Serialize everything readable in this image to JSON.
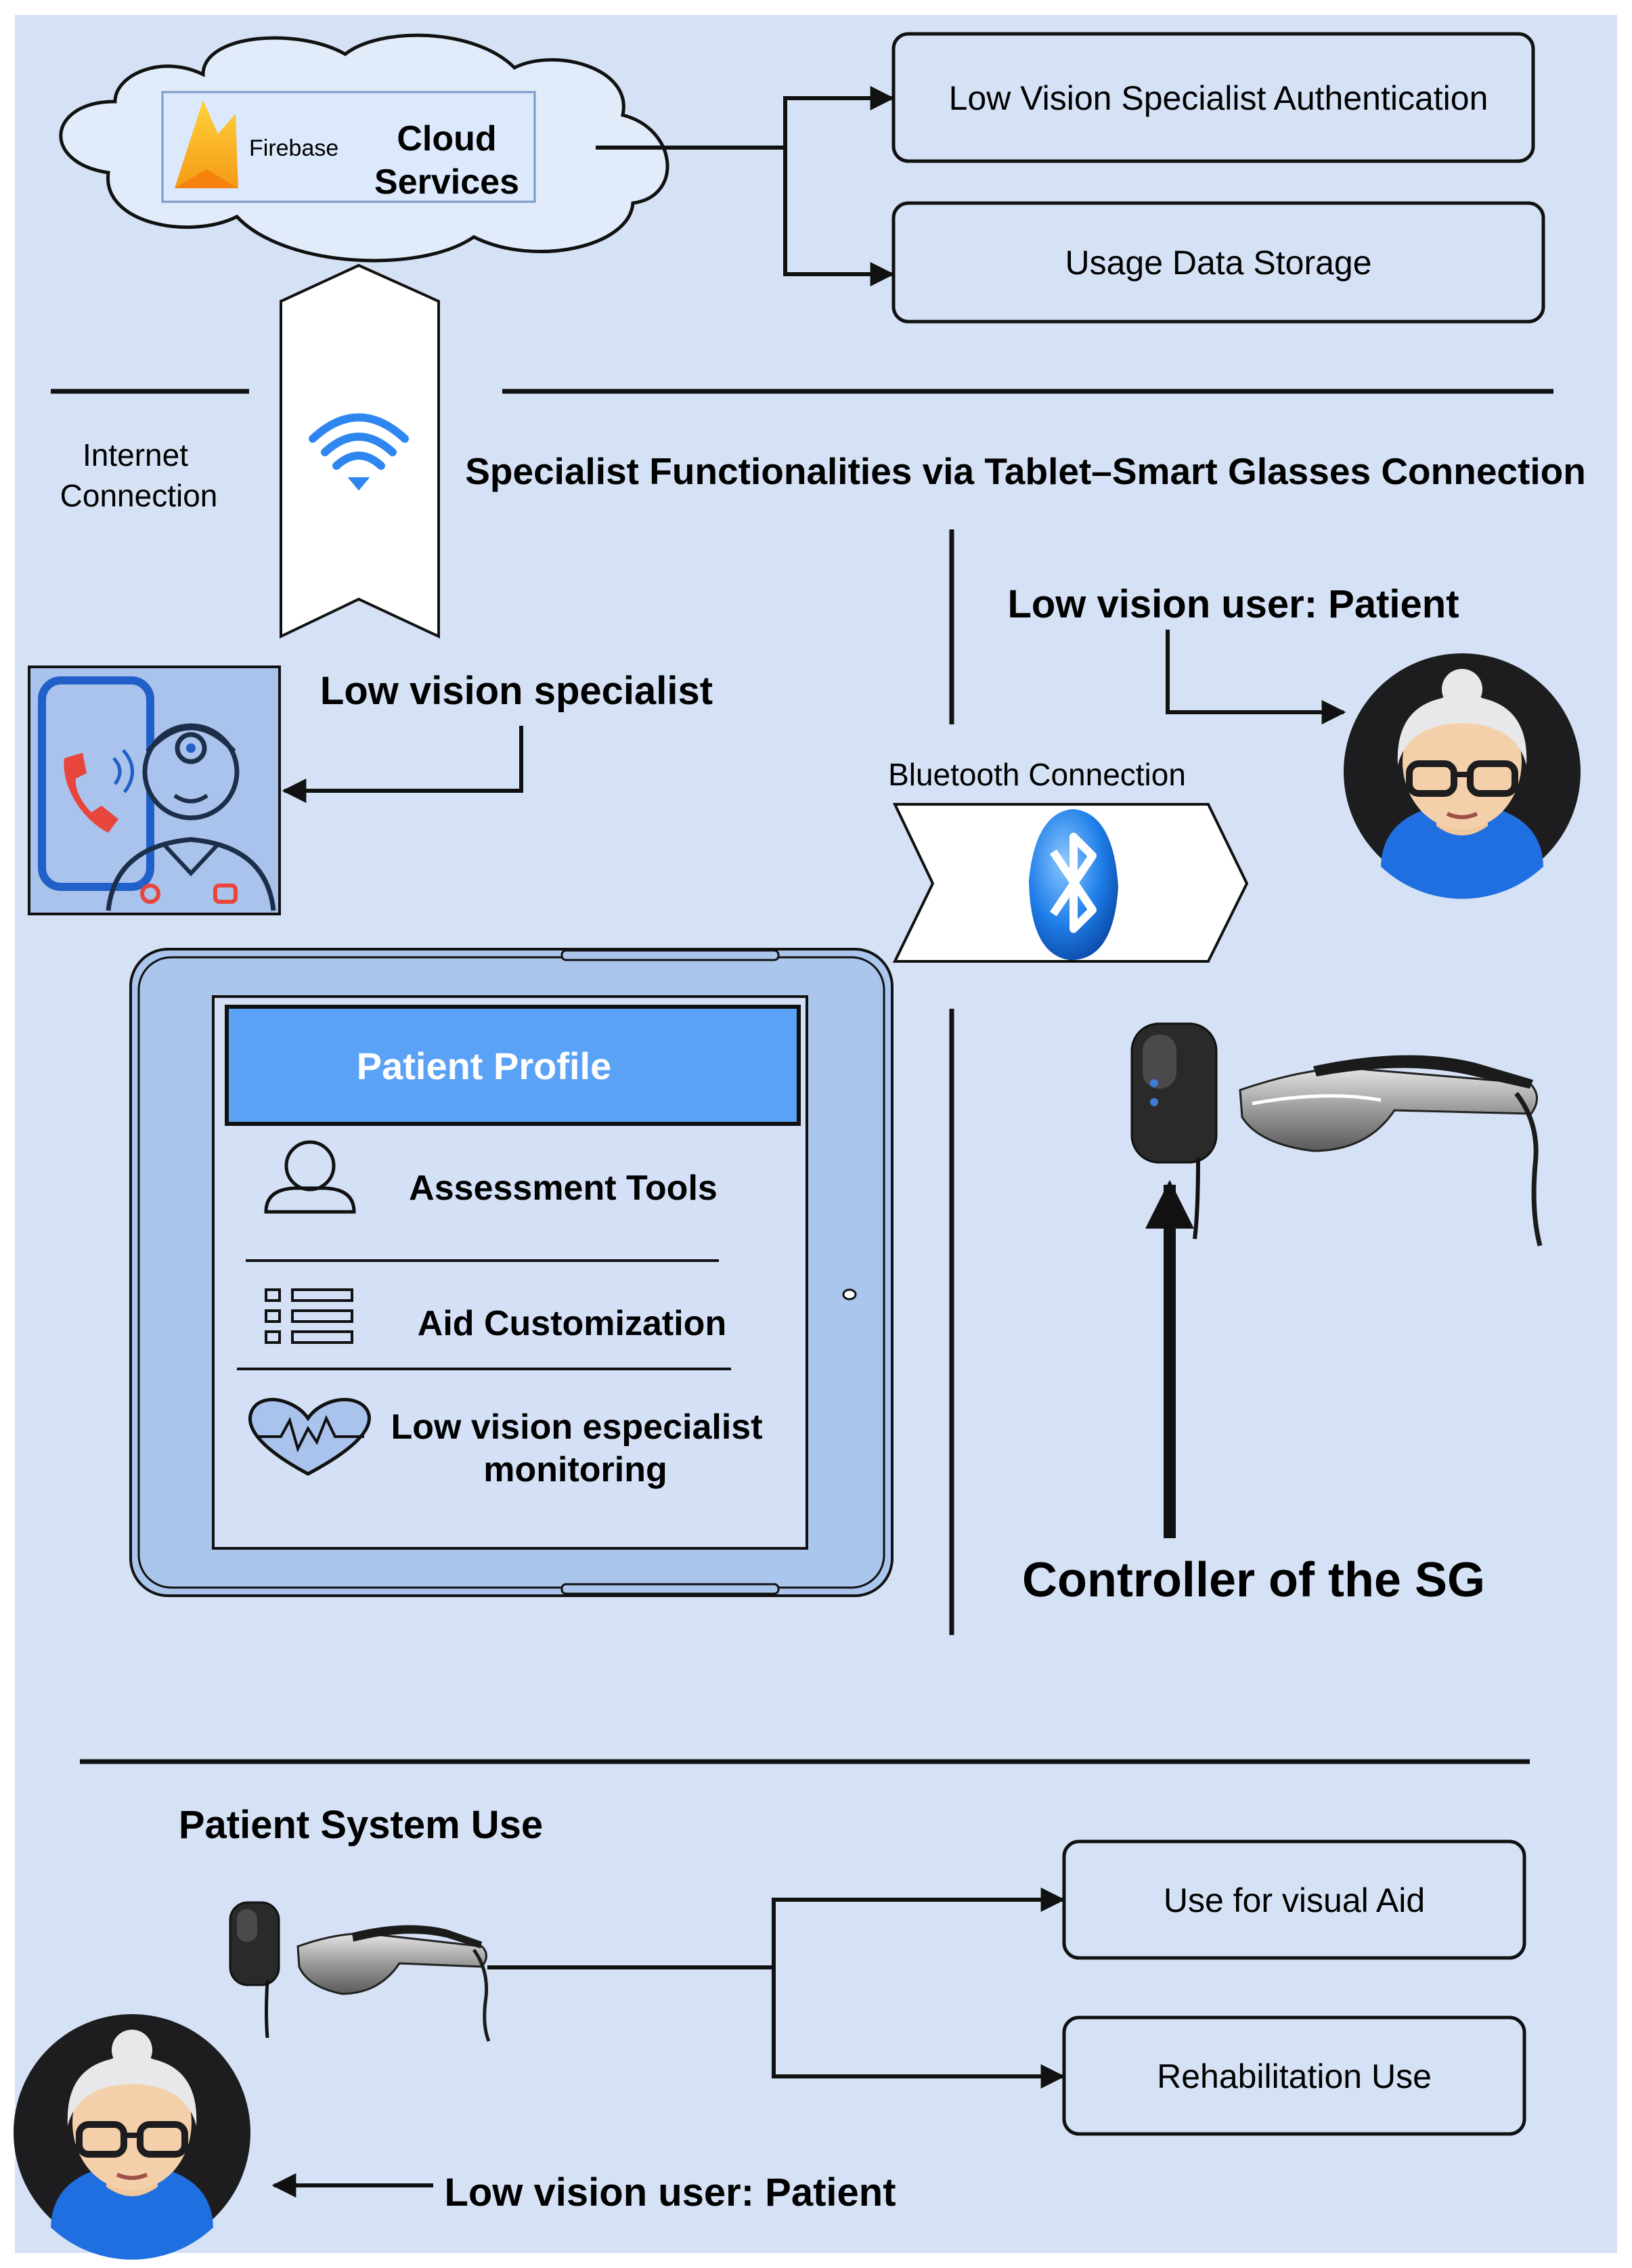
{
  "colors": {
    "background": "#d5e1f4",
    "outer_frame": "#c9d8ef",
    "box_stroke": "#111111",
    "tablet_body": "#aac6ec",
    "tablet_screen": "#d3e0f5",
    "profile_header": "#5aa2f5",
    "firebase_box": "#dce8fb",
    "wifi_blue": "#2e86f0",
    "bluetooth_blue": "#1f7ee8"
  },
  "cloud": {
    "firebase_label": "Firebase",
    "title_line1": "Cloud",
    "title_line2": "Services"
  },
  "cloud_targets": {
    "auth": "Low Vision Specialist Authentication",
    "storage": "Usage Data Storage"
  },
  "internet": {
    "line1": "Internet",
    "line2": "Connection",
    "icon": "wifi-icon"
  },
  "specialist_section": {
    "heading": "Specialist Functionalities via Tablet–Smart Glasses Connection",
    "specialist_label": "Low vision specialist",
    "specialist_icon": "doctor-tablet-call-icon",
    "patient_label": "Low vision user: Patient",
    "patient_icon": "patient-avatar-icon",
    "bluetooth_label": "Bluetooth Connection",
    "bluetooth_icon": "bluetooth-icon",
    "controller_label": "Controller of the SG",
    "glasses_icon": "smart-glasses-icon"
  },
  "tablet": {
    "header": "Patient Profile",
    "items": [
      {
        "label": "Assessment Tools",
        "icon": "user-icon"
      },
      {
        "label": "Aid Customization",
        "icon": "list-icon"
      },
      {
        "label_line1": "Low vision especialist",
        "label_line2": "monitoring",
        "icon": "heart-pulse-icon"
      }
    ]
  },
  "patient_section": {
    "heading": "Patient System Use",
    "targets": [
      "Use for visual Aid",
      "Rehabilitation Use"
    ],
    "patient_label": "Low vision user: Patient",
    "glasses_icon": "smart-glasses-icon",
    "patient_icon": "patient-avatar-icon"
  }
}
